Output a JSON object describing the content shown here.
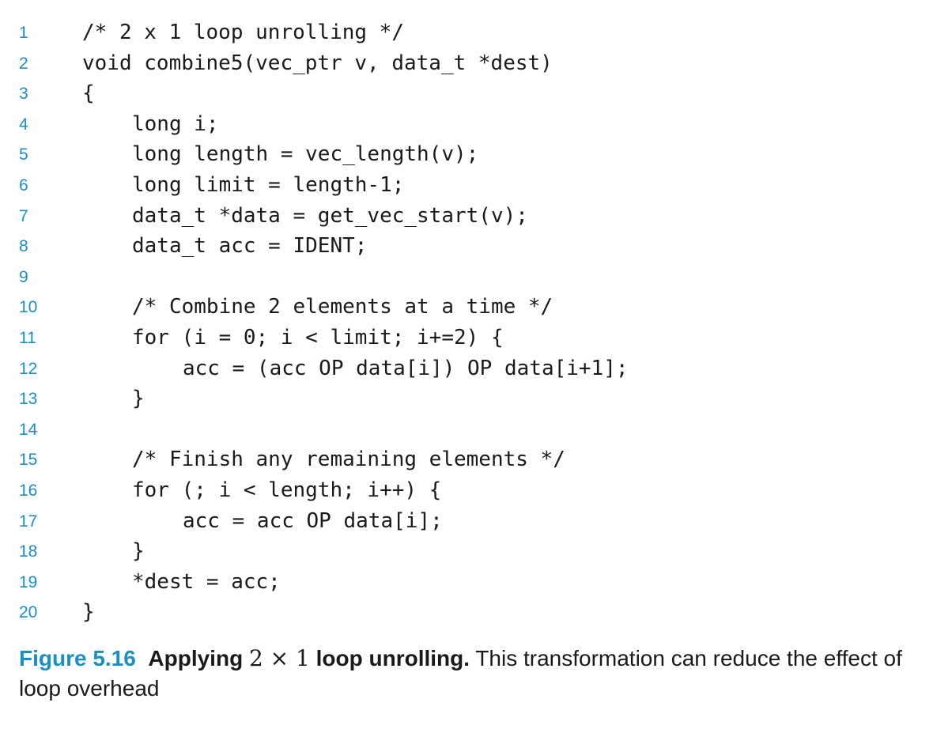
{
  "code": {
    "lines": [
      {
        "num": "1",
        "text": "/* 2 x 1 loop unrolling */",
        "indent": 0
      },
      {
        "num": "2",
        "text": "void combine5(vec_ptr v, data_t *dest)",
        "indent": 0
      },
      {
        "num": "3",
        "text": "{",
        "indent": 0
      },
      {
        "num": "4",
        "text": "long i;",
        "indent": 1
      },
      {
        "num": "5",
        "text": "long length = vec_length(v);",
        "indent": 1
      },
      {
        "num": "6",
        "text": "long limit = length-1;",
        "indent": 1
      },
      {
        "num": "7",
        "text": "data_t *data = get_vec_start(v);",
        "indent": 1
      },
      {
        "num": "8",
        "text": "data_t acc = IDENT;",
        "indent": 1
      },
      {
        "num": "9",
        "text": "",
        "indent": 1
      },
      {
        "num": "10",
        "text": "/* Combine 2 elements at a time */",
        "indent": 1
      },
      {
        "num": "11",
        "text": "for (i = 0; i < limit; i+=2) {",
        "indent": 1
      },
      {
        "num": "12",
        "text": "acc = (acc OP data[i]) OP data[i+1];",
        "indent": 2
      },
      {
        "num": "13",
        "text": "}",
        "indent": 1
      },
      {
        "num": "14",
        "text": "",
        "indent": 1
      },
      {
        "num": "15",
        "text": "/* Finish any remaining elements */",
        "indent": 1
      },
      {
        "num": "16",
        "text": "for (; i < length; i++) {",
        "indent": 1
      },
      {
        "num": "17",
        "text": "acc = acc OP data[i];",
        "indent": 2
      },
      {
        "num": "18",
        "text": "}",
        "indent": 1
      },
      {
        "num": "19",
        "text": "*dest = acc;",
        "indent": 1
      },
      {
        "num": "20",
        "text": "}",
        "indent": 0
      }
    ]
  },
  "caption": {
    "label": "Figure 5.16",
    "title_prefix": "Applying",
    "title_math": "2 × 1",
    "title_suffix": "loop unrolling.",
    "body": "This transformation can reduce the effect of loop overhead"
  },
  "colors": {
    "accent": "#1a8fc4",
    "text": "#1a1a1a"
  }
}
